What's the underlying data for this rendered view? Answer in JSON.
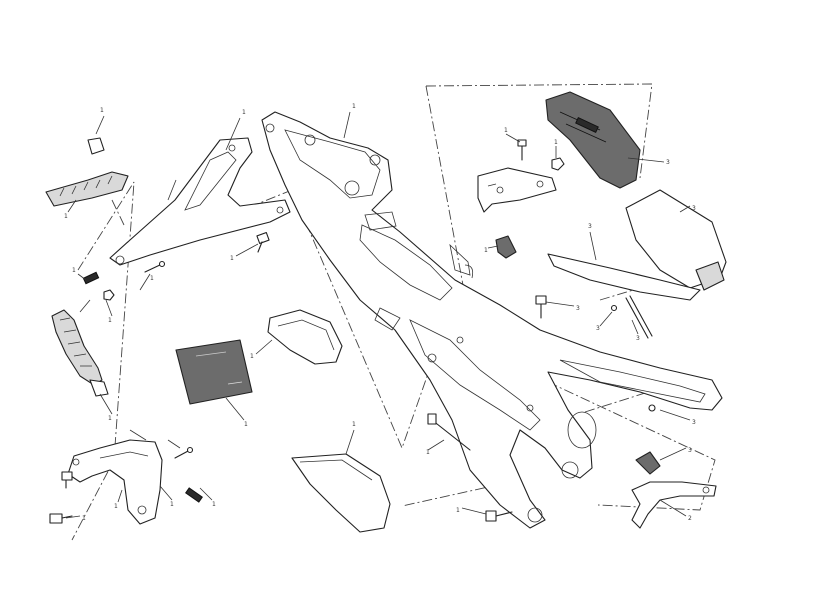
{
  "callouts": [
    "1",
    "1",
    "1",
    "1",
    "1",
    "1",
    "1",
    "1",
    "1",
    "1",
    "1",
    "1",
    "1",
    "1",
    "1",
    "1",
    "2",
    "3",
    "3",
    "3",
    "3",
    "3",
    "3",
    "3",
    "3",
    "1",
    "1",
    "1",
    "1",
    "1"
  ],
  "colors": {
    "line": "#222222",
    "panel_grey": "#d9d9d9",
    "pouch_dark": "#6c6c6c",
    "background": "#ffffff"
  }
}
